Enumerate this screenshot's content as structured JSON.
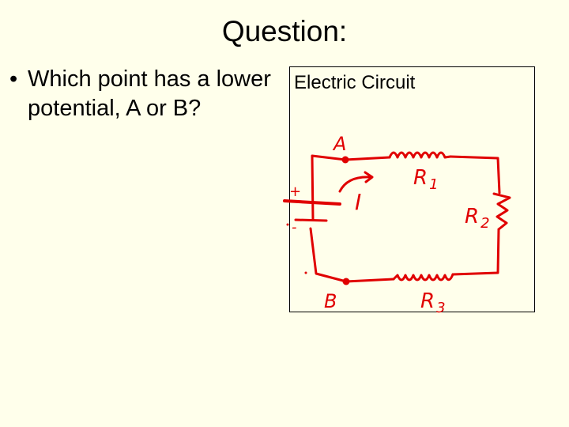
{
  "slide": {
    "title": "Question:",
    "bullets": [
      {
        "marker": "•",
        "text": "Which point has a lower potential, A or B?"
      }
    ]
  },
  "figure": {
    "title": "Electric Circuit",
    "ink_color": "#E00000",
    "labels": {
      "point_a": "A",
      "point_b": "B",
      "current": "I",
      "r1": "R",
      "r1_sub": "1",
      "r2": "R",
      "r2_sub": "2",
      "r3": "R",
      "r3_sub": "3",
      "battery_plus": "+",
      "battery_minus": "-"
    }
  }
}
